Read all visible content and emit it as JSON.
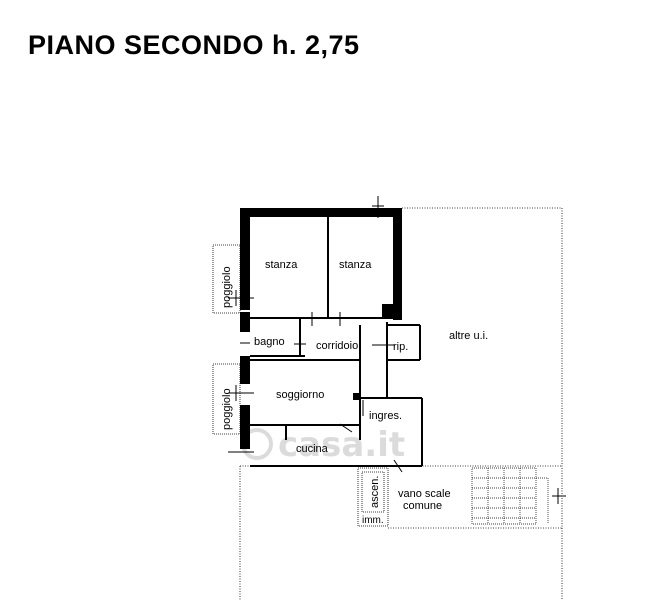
{
  "title": "PIANO SECONDO h. 2,75",
  "rooms": {
    "stanza_1": "stanza",
    "stanza_2": "stanza",
    "bagno": "bagno",
    "corridoio": "corridoio",
    "rip": "rip.",
    "altre_ui": "altre u.i.",
    "soggiorno": "soggiorno",
    "ingres": "ingres.",
    "cucina": "cucina",
    "poggiolo_1": "poggiolo",
    "poggiolo_2": "poggiolo",
    "ascen": "ascen.",
    "imm": "imm.",
    "vano_scale_line1": "vano scale",
    "vano_scale_line2": "comune"
  },
  "watermark": "casa.it",
  "colors": {
    "wall": "#000000",
    "line": "#000000",
    "watermark": "#d8d8d8"
  }
}
